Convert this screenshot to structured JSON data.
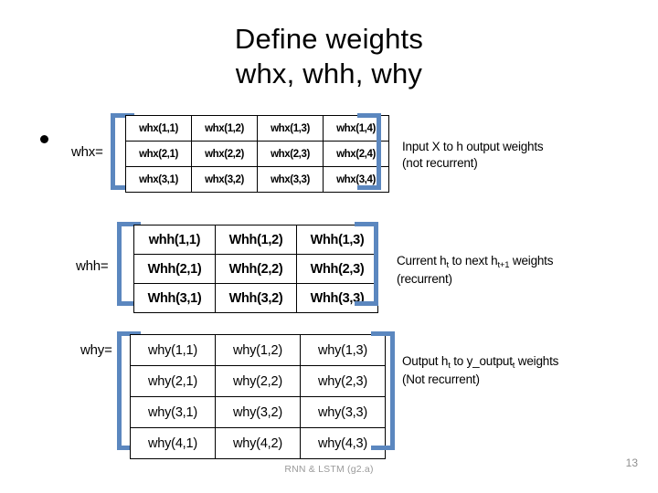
{
  "slide": {
    "title_line1": "Define weights",
    "title_line2": "whx, whh, why",
    "footer": "RNN & LSTM (g2.a)",
    "page_number": "13",
    "accent_color": "#5B87BF",
    "bullet_glyph": "•"
  },
  "matrices": [
    {
      "id": "whx",
      "label": "whx=",
      "rows": 3,
      "cols": 4,
      "cells": [
        [
          "whx(1,1)",
          "whx(1,2)",
          "whx(1,3)",
          "whx(1,4)"
        ],
        [
          "whx(2,1)",
          "whx(2,2)",
          "whx(2,3)",
          "whx(2,4)"
        ],
        [
          "whx(3,1)",
          "whx(3,2)",
          "whx(3,3)",
          "whx(3,4)"
        ]
      ],
      "caption_line1_parts": [
        "Input X to h output weights"
      ],
      "caption_line2": "(not recurrent)"
    },
    {
      "id": "whh",
      "label": "whh=",
      "rows": 3,
      "cols": 3,
      "cells": [
        [
          "whh(1,1)",
          "Whh(1,2)",
          "Whh(1,3)"
        ],
        [
          "Whh(2,1)",
          "Whh(2,2)",
          "Whh(2,3)"
        ],
        [
          "Whh(3,1)",
          "Whh(3,2)",
          "Whh(3,3)"
        ]
      ],
      "caption_line2": "(recurrent)"
    },
    {
      "id": "why",
      "label": "why=",
      "rows": 4,
      "cols": 3,
      "cells": [
        [
          "why(1,1)",
          "why(1,2)",
          "why(1,3)"
        ],
        [
          "why(2,1)",
          "why(2,2)",
          "why(2,3)"
        ],
        [
          "why(3,1)",
          "why(3,2)",
          "why(3,3)"
        ],
        [
          "why(4,1)",
          "why(4,2)",
          "why(4,3)"
        ]
      ],
      "caption_line2": "(Not recurrent)"
    }
  ],
  "captions": {
    "whx": {
      "line1": "Input X to h output weights",
      "line2": "(not recurrent)"
    },
    "whh": {
      "line1_a": "Current h",
      "line1_sub1": "t",
      "line1_b": " to next h",
      "line1_sub2": "t+1",
      "line1_c": " weights",
      "line2": "(recurrent)"
    },
    "why": {
      "line1_a": "Output h",
      "line1_sub1": "t",
      "line1_b": " to y_output",
      "line1_sub2": "t",
      "line1_c": " weights",
      "line2": "(Not recurrent)"
    }
  }
}
